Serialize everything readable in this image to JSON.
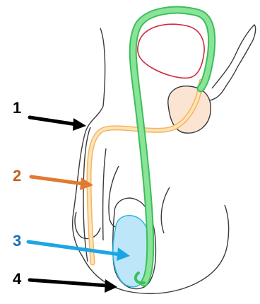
{
  "colors": {
    "outline": "#3a3a3a",
    "vas_deferens_fill": "#8be39a",
    "vas_deferens_stroke": "#3bbf5a",
    "urethra_fill": "#fde3b8",
    "urethra_stroke": "#f2b560",
    "bladder_stroke": "#d02a3a",
    "testis_fill": "#bde7f8",
    "testis_stroke": "#33b8e8",
    "prostate_fill": "#fbe5d2",
    "arrow_1": "#000000",
    "arrow_2": "#e07a33",
    "arrow_3": "#1aa6e6",
    "arrow_4": "#000000"
  },
  "labels": [
    {
      "text": "1",
      "color": "#000000"
    },
    {
      "text": "2",
      "color": "#c4601a"
    },
    {
      "text": "3",
      "color": "#1670c0"
    },
    {
      "text": "4",
      "color": "#000000"
    }
  ]
}
